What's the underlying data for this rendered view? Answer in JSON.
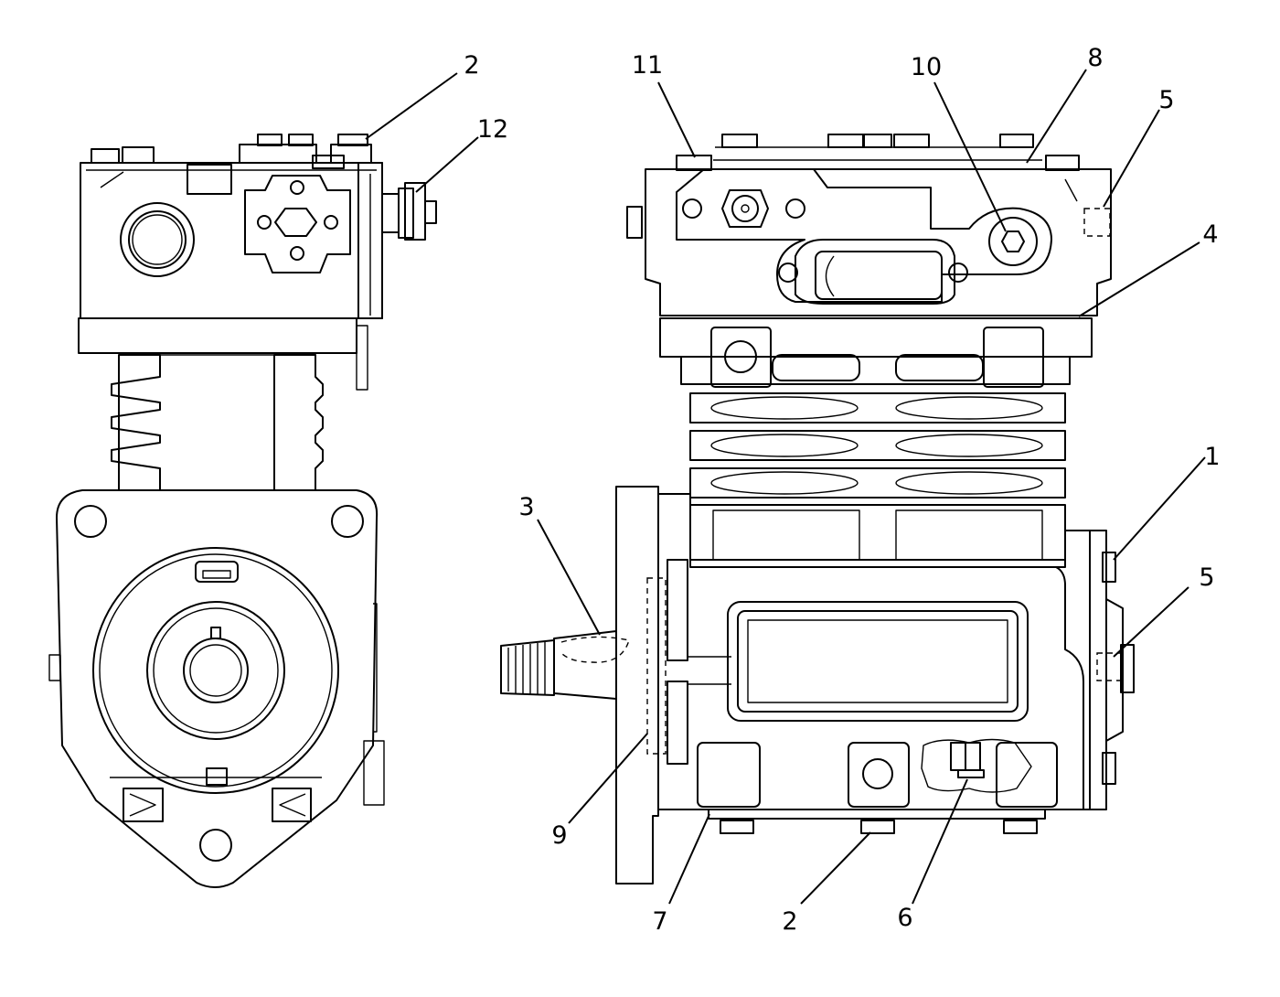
{
  "callouts": [
    {
      "id": "c1",
      "label": "1"
    },
    {
      "id": "c2a",
      "label": "2"
    },
    {
      "id": "c2b",
      "label": "2"
    },
    {
      "id": "c3",
      "label": "3"
    },
    {
      "id": "c4",
      "label": "4"
    },
    {
      "id": "c5a",
      "label": "5"
    },
    {
      "id": "c5b",
      "label": "5"
    },
    {
      "id": "c6",
      "label": "6"
    },
    {
      "id": "c7",
      "label": "7"
    },
    {
      "id": "c8",
      "label": "8"
    },
    {
      "id": "c9",
      "label": "9"
    },
    {
      "id": "c10",
      "label": "10"
    },
    {
      "id": "c11",
      "label": "11"
    },
    {
      "id": "c12",
      "label": "12"
    }
  ]
}
